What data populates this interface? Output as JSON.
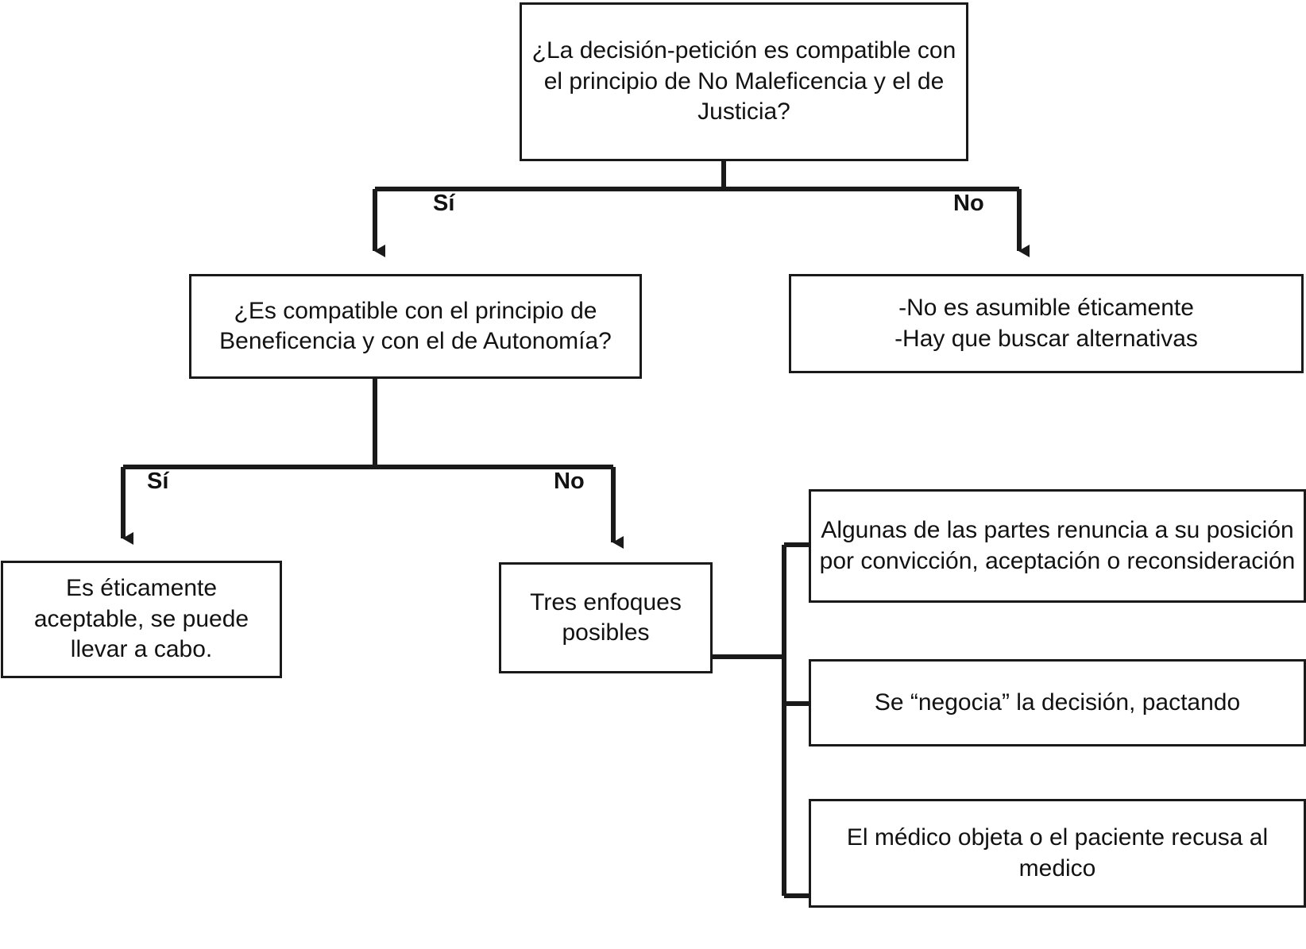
{
  "diagram": {
    "title_node": {
      "id": "root-question",
      "text": "¿La decisión-petición es compatible con el principio de No Maleficencia y el de Justicia?"
    },
    "nodes": [
      {
        "id": "root-question",
        "name": "decision-box-no-maleficencia-justicia",
        "text": "¿La decisión-petición es compatible con el principio de No Maleficencia y el de Justicia?"
      },
      {
        "id": "beneficencia-question",
        "name": "decision-box-beneficencia-autonomia",
        "text": "¿Es compatible con el principio de Beneficencia y con el de Autonomía?"
      },
      {
        "id": "no-asumible",
        "name": "outcome-box-no-asumible",
        "text": "-No es asumible éticamente\n-Hay que buscar alternativas"
      },
      {
        "id": "eticamente-aceptable",
        "name": "outcome-box-eticamente-aceptable",
        "text": "Es éticamente aceptable, se puede llevar a cabo."
      },
      {
        "id": "tres-enfoques",
        "name": "outcome-box-tres-enfoques",
        "text": "Tres enfoques posibles"
      },
      {
        "id": "enfoque-renuncia",
        "name": "outcome-box-renuncia-posicion",
        "text": "Algunas de las partes renuncia a su posición por convicción, aceptación o reconsideración"
      },
      {
        "id": "enfoque-negocia",
        "name": "outcome-box-negocia-decision",
        "text": "Se “negocia” la decisión, pactando"
      },
      {
        "id": "enfoque-objeta",
        "name": "outcome-box-medico-objeta",
        "text": "El médico objeta o el paciente recusa al medico"
      }
    ],
    "edge_labels": {
      "root_yes": "Sí",
      "root_no": "No",
      "second_yes": "Sí",
      "second_no": "No"
    },
    "colors": {
      "stroke": "#1a1a1a",
      "text": "#121212",
      "background": "#ffffff"
    }
  }
}
